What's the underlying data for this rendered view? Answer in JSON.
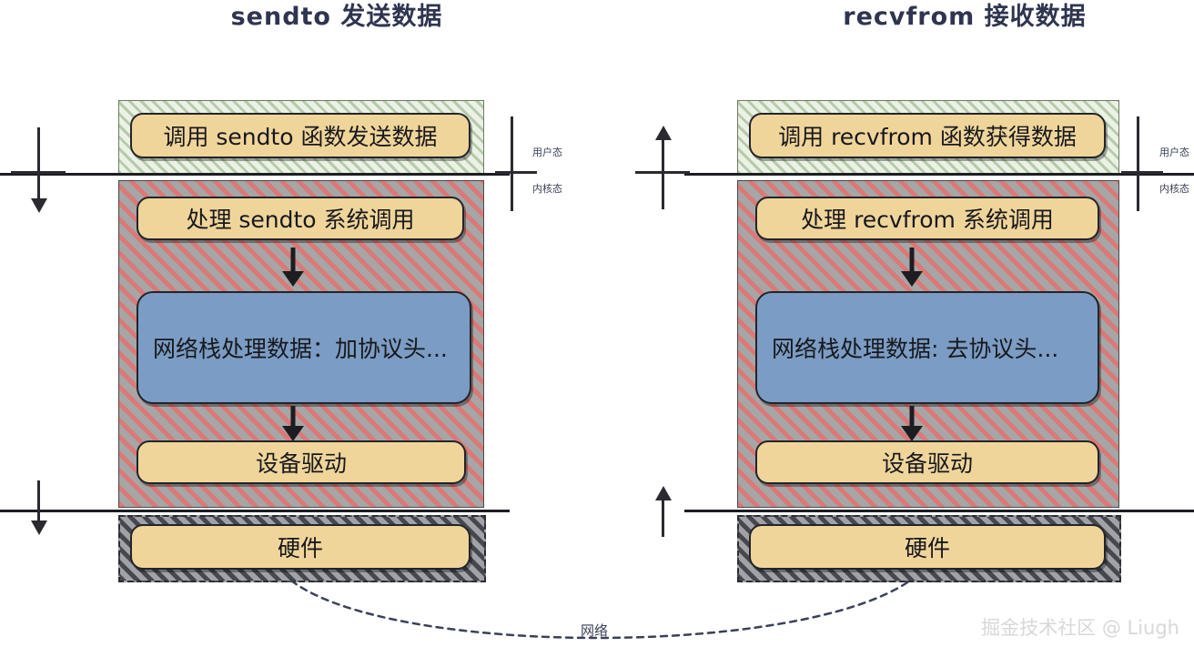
{
  "diagram": {
    "titles": {
      "left": "sendto 发送数据",
      "right": "recvfrom 接收数据"
    },
    "left_column": {
      "user_call_box": "调用 sendto 函数发送数据",
      "syscall_box": "处理 sendto 系统调用",
      "netstack_box": "网络栈处理数据：加协议头...",
      "driver_box": "设备驱动",
      "hardware_box": "硬件"
    },
    "right_column": {
      "user_call_box": "调用 recvfrom 函数获得数据",
      "syscall_box": "处理 recvfrom 系统调用",
      "netstack_box": "网络栈处理数据: 去协议头...",
      "driver_box": "设备驱动",
      "hardware_box": "硬件"
    },
    "mode_labels": {
      "user": "用户态",
      "kernel": "内核态"
    },
    "network_label": "网络",
    "watermark": "掘金技术社区 @ Liugh",
    "colors": {
      "tan_box": "#f0d59b",
      "blue_box": "#7b9cc4",
      "kernel_hatch": "#d66060",
      "user_hatch": "#78a064",
      "hardware_hatch": "#3c3e44",
      "stroke": "#23242a",
      "title_text": "#2f3550",
      "watermark_text": "#d8d8d8"
    }
  }
}
